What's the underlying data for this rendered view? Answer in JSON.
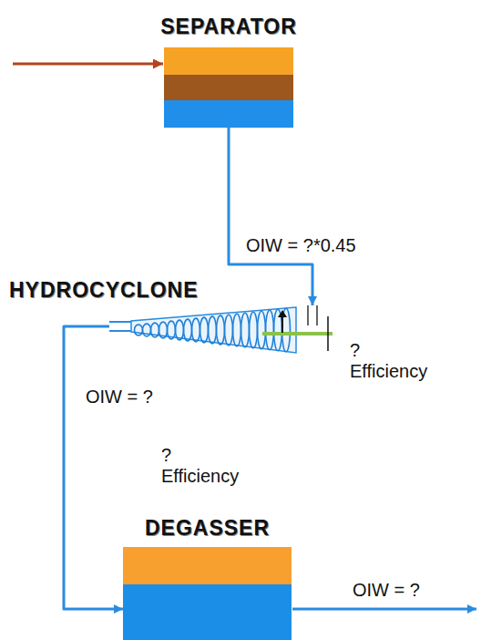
{
  "diagram": {
    "nodes": [
      {
        "text": [
          "SEPARATOR"
        ]
      },
      {
        "text": [
          "HYDROCYCLONE"
        ]
      },
      {
        "text": [
          "DEGASSER"
        ]
      }
    ],
    "edges": [
      {
        "from": 0,
        "to": 1,
        "arrow": "to",
        "label": "OIW = ?*0.45"
      },
      {
        "from": 1,
        "to": 2,
        "arrow": "to",
        "label": "OIW = ?"
      }
    ],
    "labels": [
      "? Efficiency",
      "? Efficiency",
      "OIW = ?"
    ]
  }
}
